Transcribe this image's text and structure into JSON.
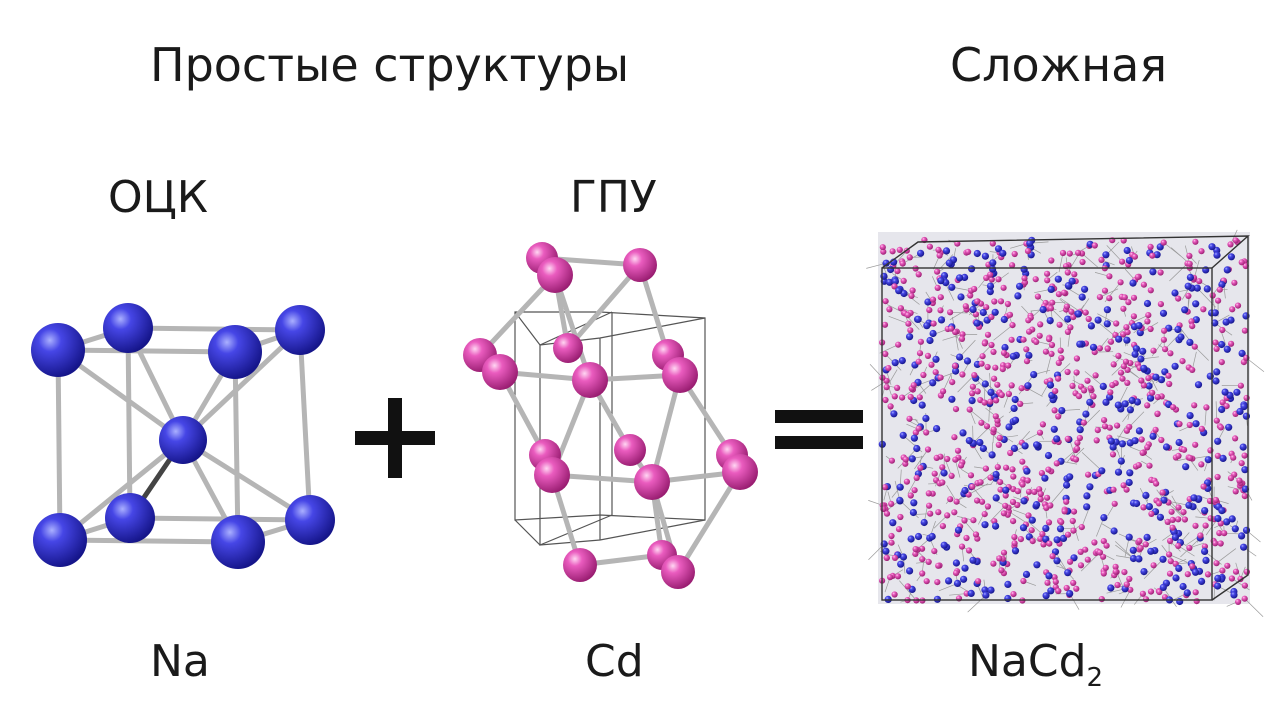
{
  "heading_simple": "Простые структуры",
  "heading_complex": "Сложная",
  "structure_bcc": "ОЦК",
  "structure_hcp": "ГПУ",
  "label_na": "Na",
  "label_cd": "Cd",
  "label_nacd2_main": "NaCd",
  "label_nacd2_sub": "2",
  "operator_plus": "+",
  "operator_equals": "=",
  "colors": {
    "na_atom": "#3434d6",
    "cd_atom": "#e24fb4",
    "bond": "#b8b8b8",
    "cell_edge": "#555555"
  }
}
